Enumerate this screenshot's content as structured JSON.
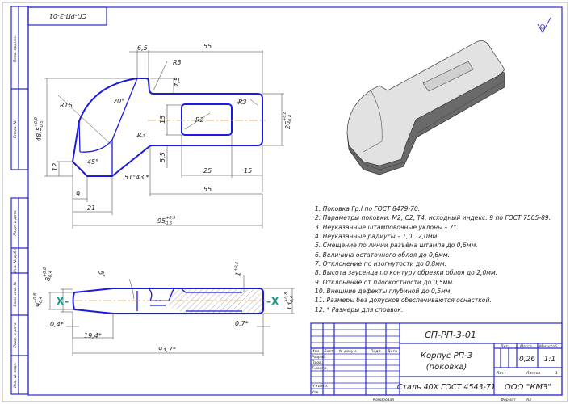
{
  "stamp_top": "СП-РП-3-01",
  "side_labels": [
    "Перв. примен.",
    "Справ. №",
    "Подп. и дата",
    "Инв. № дубл.",
    "Взам. инв. №",
    "Подп. и дата",
    "Инв. № подл."
  ],
  "dimensions": {
    "d6_5": "6,5",
    "d55_top": "55",
    "r3_a": "R3",
    "d7_5": "7,5",
    "r3_b": "R3",
    "d26": "26",
    "d26_up": "+0,8",
    "d26_lo": "-0,4",
    "d15_v": "15",
    "r2": "R2",
    "r3_c": "R3",
    "d5_5": "5,5",
    "d25": "25",
    "d15_h": "15",
    "d55_bot": "55",
    "d95": "95",
    "d95_up": "+0,9",
    "d95_lo": "-0,5",
    "d21": "21",
    "d9": "9",
    "d12": "12",
    "d48_5": "48,5",
    "d48_5_up": "+0,9",
    "d48_5_lo": "-0,5",
    "r16": "R16",
    "a20": "20°",
    "a45": "45°",
    "a51": "51°43'*"
  },
  "side_view": {
    "x_left": "X–",
    "x_right": "–X",
    "d0_4": "0,4*",
    "d19_4": "19,4*",
    "d93_7": "93,7*",
    "d0_7": "0,7*",
    "d9": "9",
    "d9_up": "+0,8",
    "d9_lo": "-0,4",
    "d8": "8",
    "d8_up": "+0,8",
    "d8_lo": "-0,4",
    "d13": "13",
    "d13_up": "+0,8",
    "d13_lo": "-0,4",
    "d1": "1",
    "d1_up": "+0,5",
    "a5": "5°"
  },
  "notes": [
    "1. Поковка Гр.I по ГОСТ 8479-70.",
    "2. Параметры поковки: М2, С2, Т4, исходный индекс: 9 по ГОСТ 7505-89.",
    "3. Неуказанные штамповочные уклоны – 7°.",
    "4. Неуказанные радиусы – 1,0...2,0мм.",
    "5. Смещение по линии разъёма штампа  до 0,6мм.",
    "6. Величина остаточного облоя до 0,6мм.",
    "7. Отклонение по изогнутости до 0,8мм.",
    "8. Высота заусенца по контуру обрезки облоя до 2,0мм.",
    "9. Отклонение от плоскостности до 0,5мм.",
    "10. Внешние дефекты глубиной до 0,5мм.",
    "11. Размеры без допусков обеспечиваются оснасткой.",
    "12.  * Размеры для справок."
  ],
  "title_block": {
    "designation": "СП-РП-3-01",
    "name_line1": "Корпус РП-3",
    "name_line2": "(поковка)",
    "material": "Сталь 40Х ГОСТ 4543-71",
    "company": "ООО \"КМЗ\"",
    "headers": {
      "izm": "Изм",
      "list": "Лист",
      "doc": "№ докум.",
      "sign": "Подп.",
      "date": "Дата"
    },
    "roles": {
      "razrab": "Разраб.",
      "prov": "Пров.",
      "tkontr": "Т.контр.",
      "nkontr": "Н.контр.",
      "utv": "Утв."
    },
    "lit_label": "Лит.",
    "mass_label": "Масса",
    "scale_label": "Масштаб",
    "mass": "0,26",
    "scale": "1:1",
    "sheet_label": "Лист",
    "sheets_label": "Листов",
    "sheets": "1"
  },
  "footer": {
    "copied": "Копировал",
    "format_label": "Формат",
    "format": "A3"
  }
}
